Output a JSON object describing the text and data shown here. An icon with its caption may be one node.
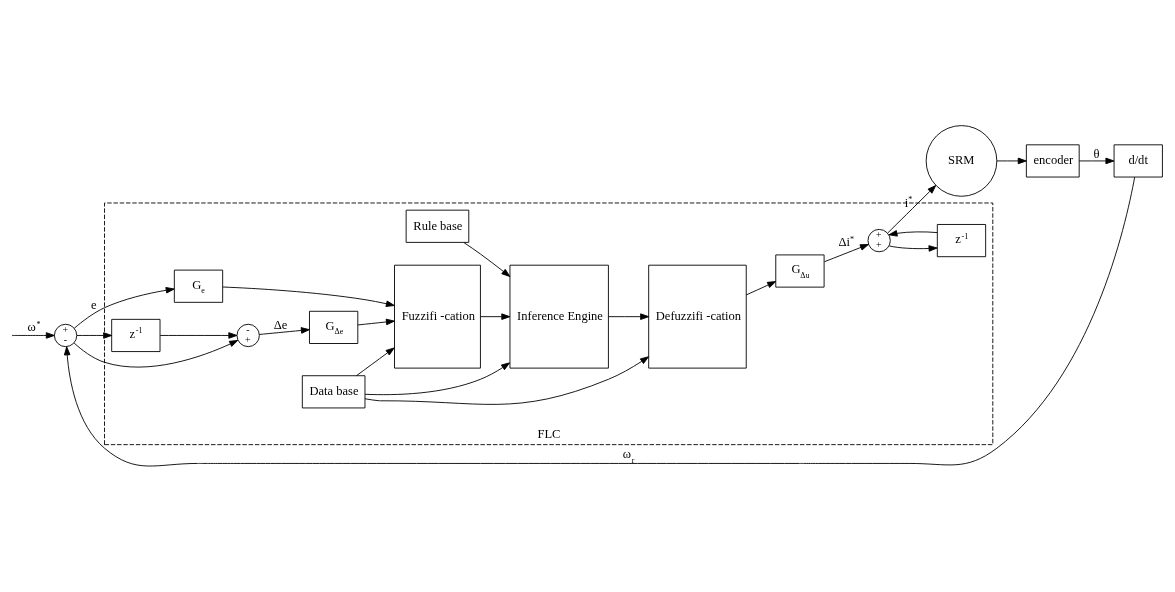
{
  "diagram": {
    "nodes": [
      {
        "text": [
          "FLC"
        ]
      },
      {
        "text": [
          "+",
          "-"
        ]
      },
      {
        "text": [
          "z$^{-1}$"
        ],
        "in": 0
      },
      {
        "text": [
          "-",
          "+"
        ],
        "in": 0
      },
      {
        "text": [
          "G$_{Δe}$"
        ],
        "in": 0
      },
      {
        "text": [
          "G$_{e}$"
        ],
        "in": 0
      },
      {
        "text": [
          "Fuzzifi -cation"
        ],
        "in": 0
      },
      {
        "text": [
          "Rule base"
        ],
        "in": 0
      },
      {
        "text": [
          "Inference Engine"
        ],
        "in": 0
      },
      {
        "text": [
          "Defuzzifi -cation"
        ],
        "in": 0
      },
      {
        "text": [
          "Data base"
        ],
        "in": 0
      },
      {
        "text": [
          "G$_{Δu}$"
        ],
        "in": 0
      },
      {
        "text": [
          "+",
          "+"
        ],
        "in": 0
      },
      {
        "text": [
          "z$^{-1}$"
        ],
        "in": 0
      },
      {
        "text": [
          "SRM"
        ]
      },
      {
        "text": [
          "encoder"
        ]
      },
      {
        "text": [
          "d/dt"
        ]
      }
    ],
    "edges": [
      {
        "from": null,
        "to": 1,
        "arrow": "to",
        "label": "ω$^{*}$"
      },
      {
        "from": 1,
        "to": 2,
        "arrow": "to"
      },
      {
        "from": 1,
        "to": 3,
        "arrow": "to"
      },
      {
        "from": 1,
        "to": 5,
        "arrow": "to",
        "label": "e"
      },
      {
        "from": 2,
        "to": 3,
        "arrow": "to"
      },
      {
        "from": 3,
        "to": 4,
        "arrow": "to",
        "label": "Δe"
      },
      {
        "from": 4,
        "to": 6,
        "arrow": "to"
      },
      {
        "from": 5,
        "to": 6,
        "arrow": "to"
      },
      {
        "from": 6,
        "to": 8,
        "arrow": "to"
      },
      {
        "from": 7,
        "to": 8,
        "arrow": "to"
      },
      {
        "from": 8,
        "to": 9,
        "arrow": "to"
      },
      {
        "from": 10,
        "to": 6,
        "arrow": "to"
      },
      {
        "from": 10,
        "to": 8,
        "arrow": "to"
      },
      {
        "from": 10,
        "to": 9,
        "arrow": "to"
      },
      {
        "from": 9,
        "to": 11,
        "arrow": "to"
      },
      {
        "from": 11,
        "to": 12,
        "arrow": "to",
        "label": "Δi$^{*}$"
      },
      {
        "from": 12,
        "to": 14,
        "arrow": "to",
        "label": "i$^{*}$"
      },
      {
        "from": 12,
        "to": 13,
        "arrow": "to"
      },
      {
        "from": 13,
        "to": 12,
        "arrow": "to"
      },
      {
        "from": 14,
        "to": 15,
        "arrow": "to"
      },
      {
        "from": 15,
        "to": 16,
        "arrow": "to",
        "label": "θ"
      },
      {
        "from": 16,
        "to": 1,
        "arrow": "to",
        "label": "ω$_{r}$"
      }
    ]
  }
}
